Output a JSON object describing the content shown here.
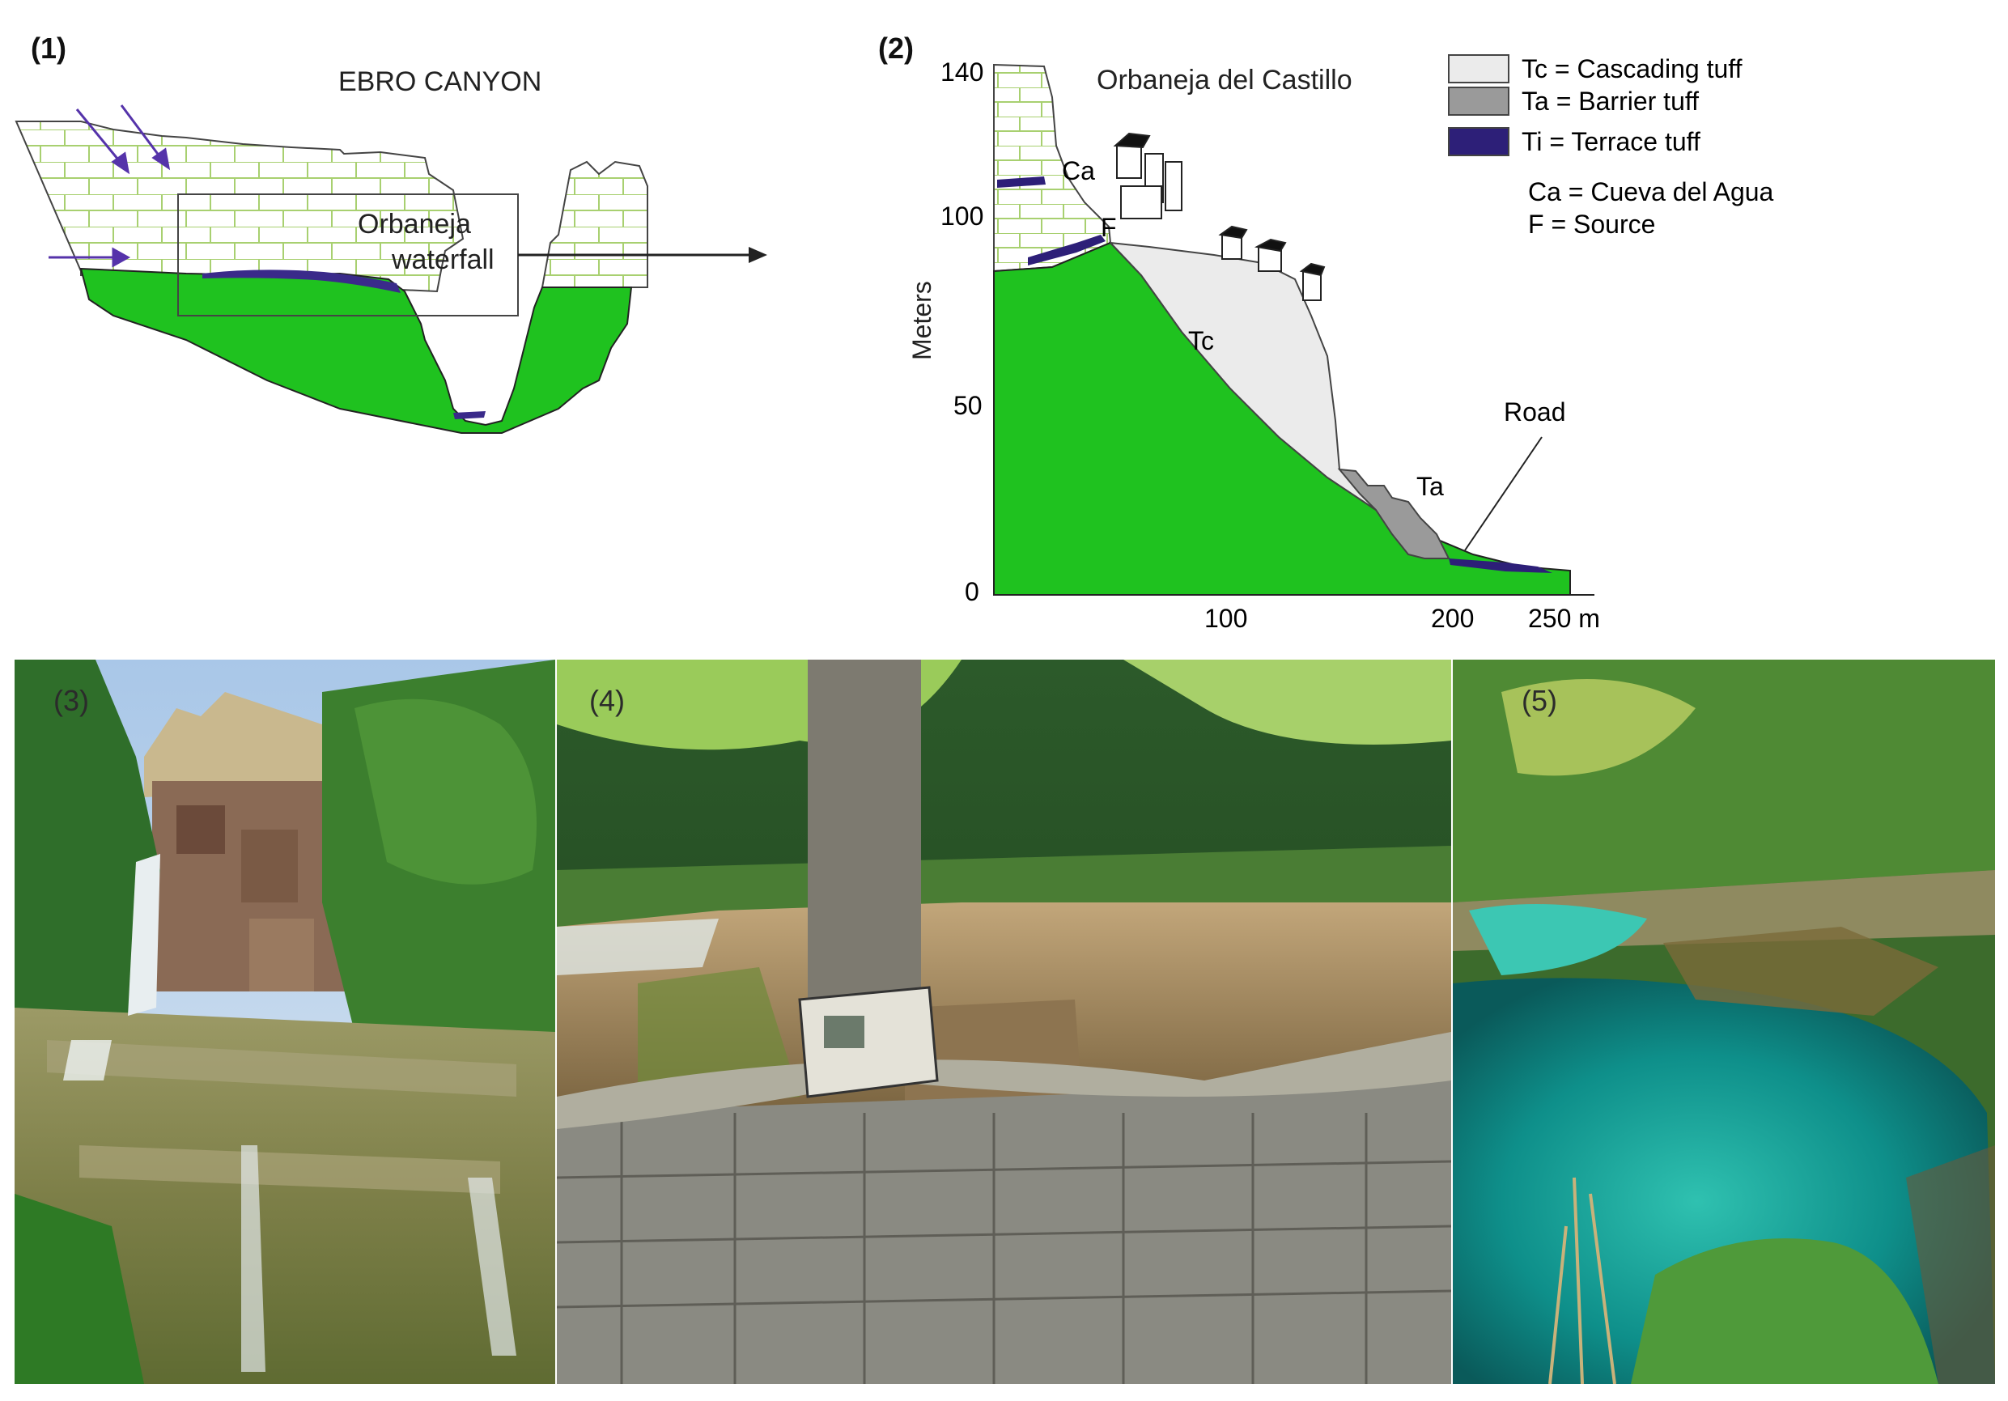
{
  "panel1": {
    "label": "(1)",
    "title": "EBRO CANYON",
    "annotation_line1": "Orbaneja",
    "annotation_line2": "waterfall"
  },
  "panel2": {
    "label": "(2)",
    "title": "Orbaneja del Castillo",
    "ylabel": "Meters",
    "y_ticks": [
      "140",
      "100",
      "50",
      "0"
    ],
    "x_ticks": [
      "100",
      "200",
      "250 m"
    ],
    "labels": {
      "ca": "Ca",
      "f": "F",
      "tc": "Tc",
      "ta": "Ta",
      "road": "Road"
    },
    "legend": [
      {
        "text": "Tc = Cascading tuff",
        "color": "#ebebeb"
      },
      {
        "text": "Ta = Barrier tuff",
        "color": "#9a9a9a"
      },
      {
        "text": "Ti = Terrace tuff",
        "color": "#2d1f78"
      }
    ],
    "notes": [
      "Ca = Cueva del Agua",
      "F = Source"
    ]
  },
  "photos": [
    {
      "label": "(3)"
    },
    {
      "label": "(4)"
    },
    {
      "label": "(5)"
    }
  ],
  "colors": {
    "rock_green": "#1fc21f",
    "tuff_purple": "#3a2a8a",
    "brick_line": "#a8d070"
  }
}
